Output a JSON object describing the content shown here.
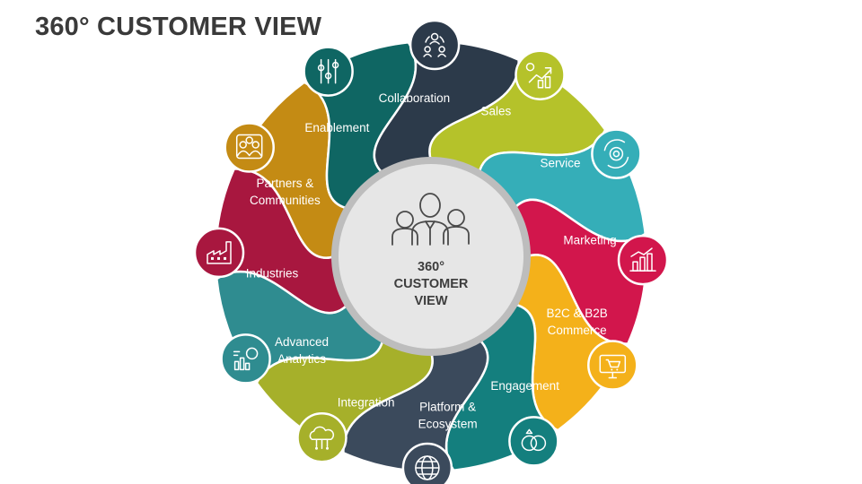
{
  "title": "360° CUSTOMER VIEW",
  "hub": {
    "lines": [
      "360°",
      "CUSTOMER",
      "VIEW"
    ],
    "icon": "people-group-icon"
  },
  "segments": [
    {
      "key": "sales",
      "lines": [
        "Sales"
      ],
      "color": "#b5c22a",
      "icon": "handshake-growth-icon"
    },
    {
      "key": "service",
      "lines": [
        "Service"
      ],
      "color": "#35aeb8",
      "icon": "gear-cycle-icon"
    },
    {
      "key": "marketing",
      "lines": [
        "Marketing"
      ],
      "color": "#d2164c",
      "icon": "bar-chart-growth-icon"
    },
    {
      "key": "b2c-b2b-commerce",
      "lines": [
        "B2C & B2B",
        "Commerce"
      ],
      "color": "#f4b11a",
      "icon": "shopping-cart-monitor-icon"
    },
    {
      "key": "engagement",
      "lines": [
        "Engagement"
      ],
      "color": "#147f7e",
      "icon": "rings-icon"
    },
    {
      "key": "platform-ecosystem",
      "lines": [
        "Platform &",
        "Ecosystem"
      ],
      "color": "#3b4a5c",
      "icon": "globe-icon"
    },
    {
      "key": "integration",
      "lines": [
        "Integration"
      ],
      "color": "#a6b02a",
      "icon": "cloud-network-icon"
    },
    {
      "key": "advanced-analytics",
      "lines": [
        "Advanced",
        "Analytics"
      ],
      "color": "#2f8c90",
      "icon": "analytics-icon"
    },
    {
      "key": "industries",
      "lines": [
        "Industries"
      ],
      "color": "#a8173f",
      "icon": "factory-icon"
    },
    {
      "key": "partners-communities",
      "lines": [
        "Partners &",
        "Communities"
      ],
      "color": "#c48b14",
      "icon": "community-icon"
    },
    {
      "key": "enablement",
      "lines": [
        "Enablement"
      ],
      "color": "#0f6663",
      "icon": "sliders-icon"
    },
    {
      "key": "collaboration",
      "lines": [
        "Collaboration"
      ],
      "color": "#2c3a4a",
      "icon": "team-collaboration-icon"
    }
  ]
}
